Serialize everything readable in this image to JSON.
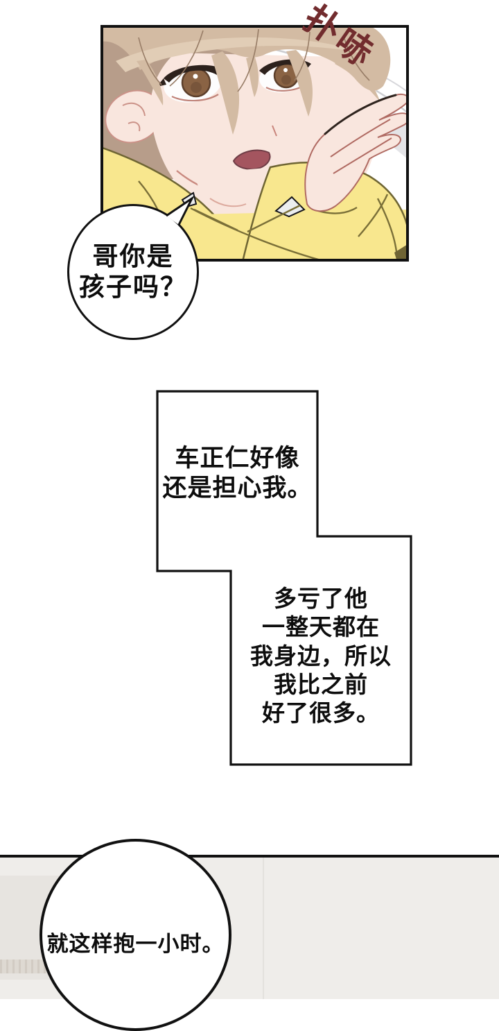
{
  "page": {
    "background": "#ffffff"
  },
  "sfx": {
    "text": "扑哧",
    "color": "#722c2e"
  },
  "panel_top": {
    "border_color": "#111111",
    "colors": {
      "hair_light": "#d3bba3",
      "hair_highlight": "#e1cdb6",
      "hair_shadow": "#b79d8a",
      "skin": "#f9e6de",
      "hoodie": "#f8e78e",
      "hoodie_line": "#6e6533",
      "pillow_shadow": "#dcdcde",
      "iris": "#8a6344",
      "mouth": "#a4555f"
    }
  },
  "speech_bubble_1": {
    "lines": [
      "哥你是",
      "孩子吗？"
    ]
  },
  "caption_box_1": {
    "lines": [
      "车正仁好像",
      "还是担心我。"
    ]
  },
  "caption_box_2": {
    "lines": [
      "多亏了他",
      "一整天都在",
      "我身边，所以",
      "我比之前",
      "好了很多。"
    ]
  },
  "panel_bottom": {
    "background": "#efedea"
  },
  "speech_bubble_2": {
    "text": "就这样抱一小时。"
  }
}
